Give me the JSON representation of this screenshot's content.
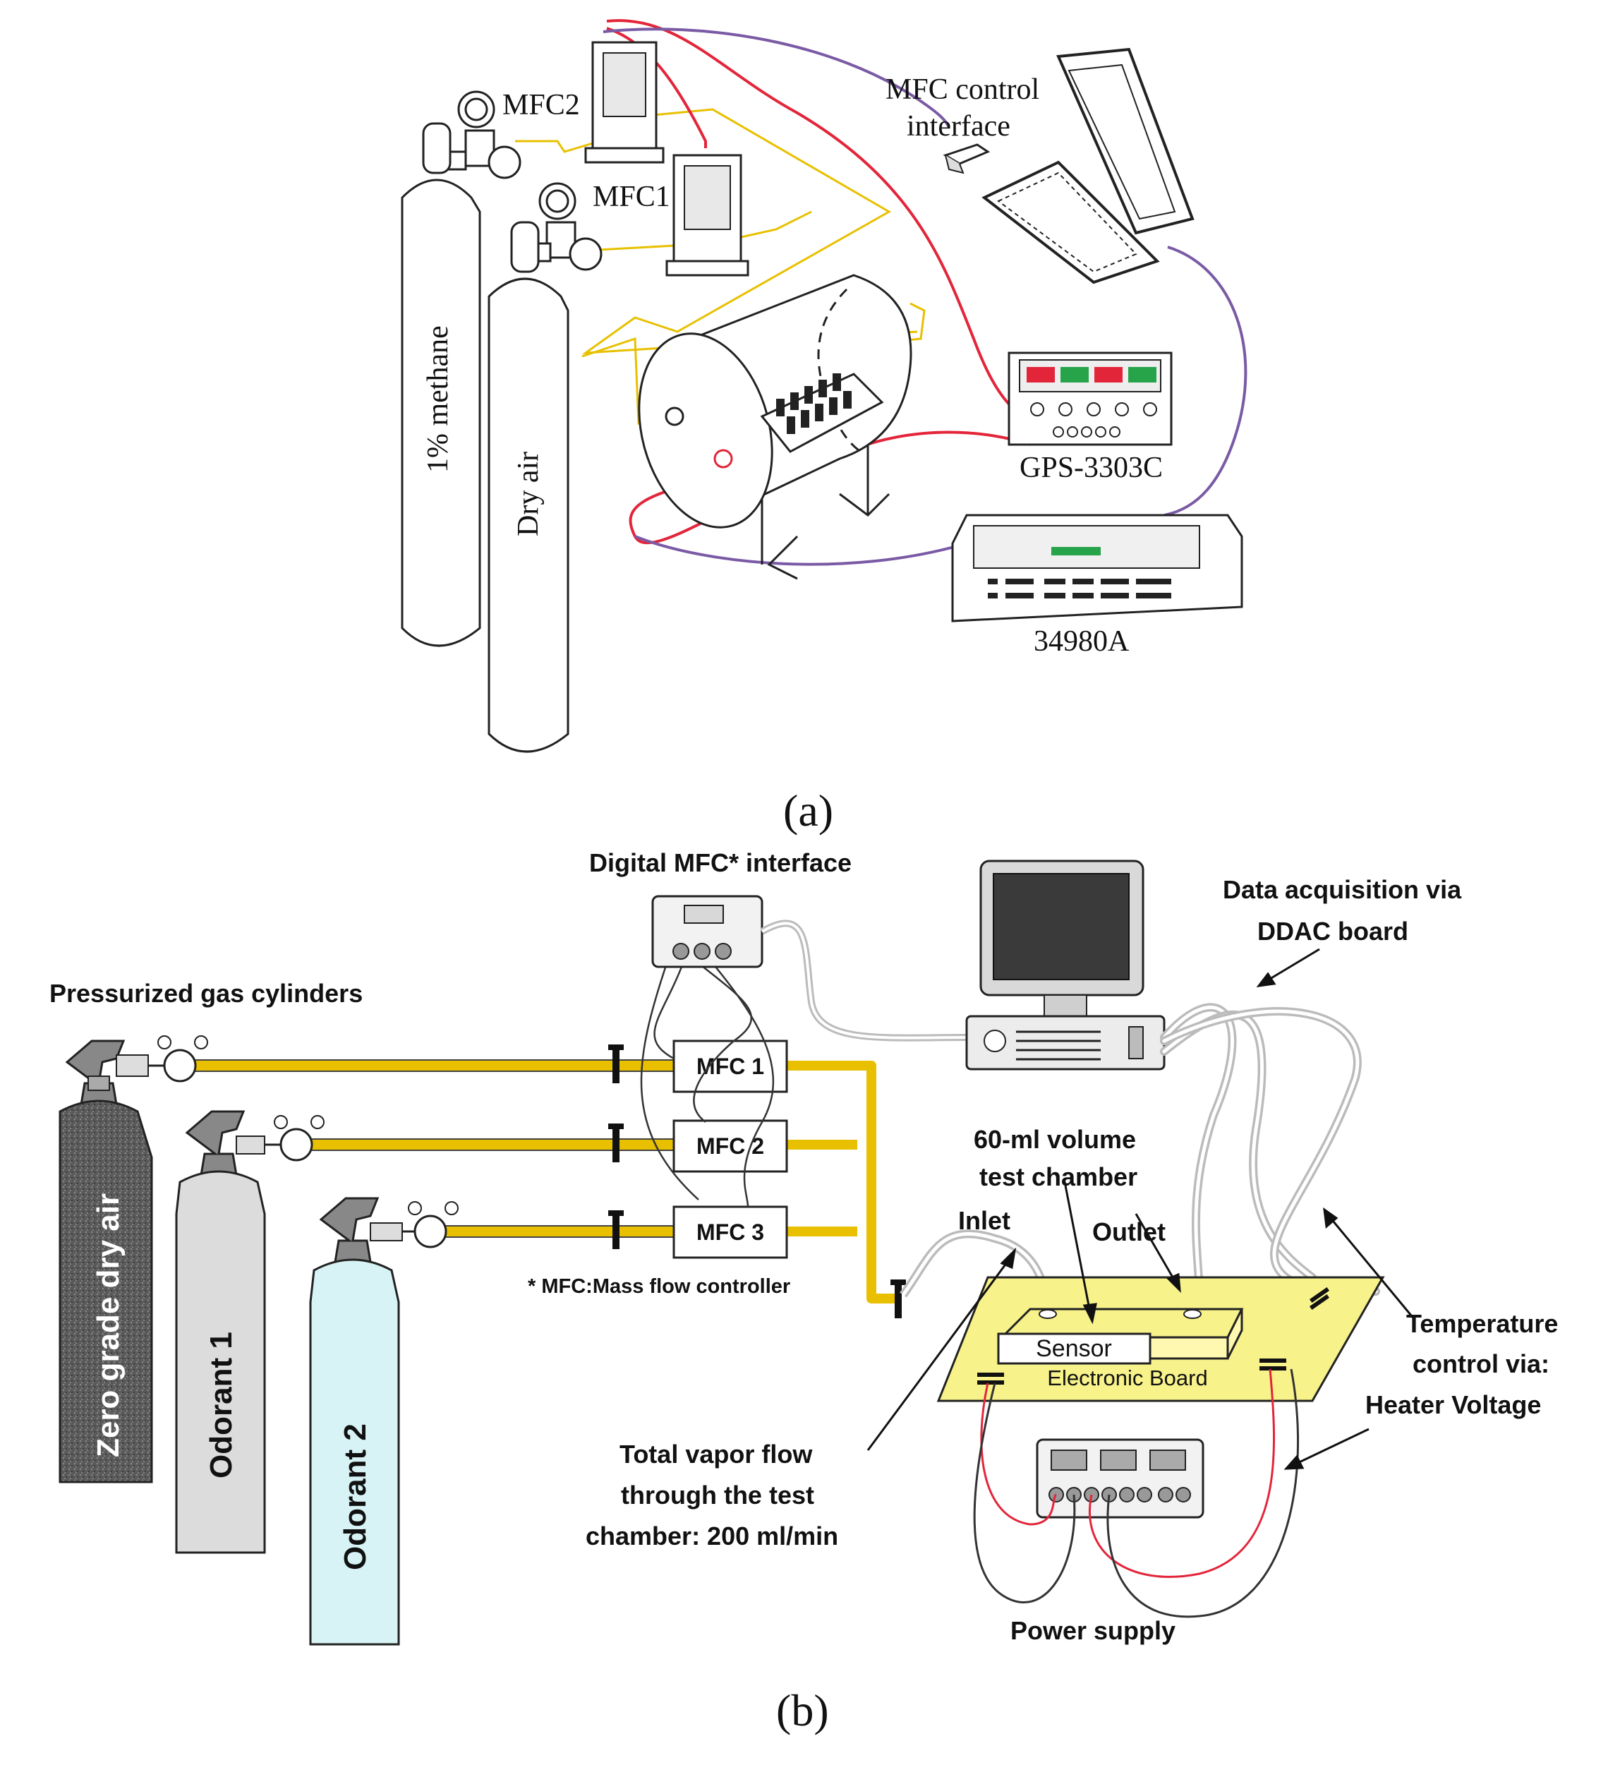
{
  "panel_a": {
    "caption": "(a)",
    "labels": {
      "mfc2": "MFC2",
      "mfc1": "MFC1",
      "mfc_control_line1": "MFC control",
      "mfc_control_line2": "interface",
      "methane_cylinder": "1% methane",
      "dry_air_cylinder": "Dry air",
      "gps": "GPS-3303C",
      "daq": "34980A"
    }
  },
  "panel_b": {
    "caption": "(b)",
    "labels": {
      "digital_mfc_interface": "Digital MFC* interface",
      "data_acq_line1": "Data acquisition via",
      "data_acq_line2": "DDAC board",
      "pressurized_cylinders": "Pressurized gas cylinders",
      "mfc1": "MFC 1",
      "mfc2": "MFC 2",
      "mfc3": "MFC 3",
      "mfc_footnote": "* MFC:Mass flow controller",
      "chamber_line1": "60-ml volume",
      "chamber_line2": "test chamber",
      "inlet": "Inlet",
      "outlet": "Outlet",
      "sensor": "Sensor",
      "electronic_board": "Electronic Board",
      "temp_line1": "Temperature",
      "temp_line2": "control via:",
      "temp_line3": "Heater Voltage",
      "flow_line1": "Total vapor flow",
      "flow_line2": "through the test",
      "flow_line3": "chamber: 200 ml/min",
      "power_supply": "Power supply",
      "cyl_zero": "Zero grade dry air",
      "cyl_odor1": "Odorant 1",
      "cyl_odor2": "Odorant 2"
    }
  },
  "colors": {
    "gas_line": "#e8c000",
    "red_wire": "#e3253a",
    "purple_wire": "#7a5aa5",
    "board": "#f7f28a",
    "cyl_odor2": "#d7f3f5",
    "cyl_odor1": "#dcdcdc",
    "cyl_zero": "#555555"
  }
}
